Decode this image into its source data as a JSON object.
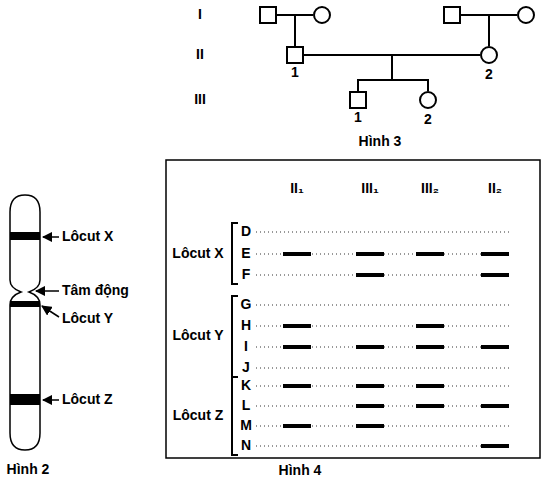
{
  "diagram": {
    "nodes": [
      {
        "text": [
          "1"
        ]
      },
      {
        "text": [
          "2"
        ]
      },
      {
        "text": [
          "1"
        ]
      },
      {
        "text": [
          "2"
        ]
      }
    ],
    "edges": [
      {
        "from": 0,
        "to": 1,
        "arrow": "none"
      },
      {
        "from": 0,
        "to": 2,
        "arrow": "none"
      },
      {
        "from": 0,
        "to": 3,
        "arrow": "none"
      },
      {
        "from": 1,
        "to": 2,
        "arrow": "none"
      },
      {
        "from": 1,
        "to": 3,
        "arrow": "none"
      }
    ],
    "labels": [
      "I",
      "II",
      "III",
      "Hình 3",
      "Lôcut X",
      "Tâm động",
      "Lôcut Y",
      "Lôcut Z",
      "Hình 2",
      "II₁",
      "III₁",
      "III₂",
      "II₂",
      "Lôcut X",
      "Lôcut Y",
      "Lôcut Z",
      "D",
      "E",
      "F",
      "G",
      "H",
      "I",
      "J",
      "K",
      "L",
      "M",
      "N",
      "Hình 4"
    ]
  }
}
